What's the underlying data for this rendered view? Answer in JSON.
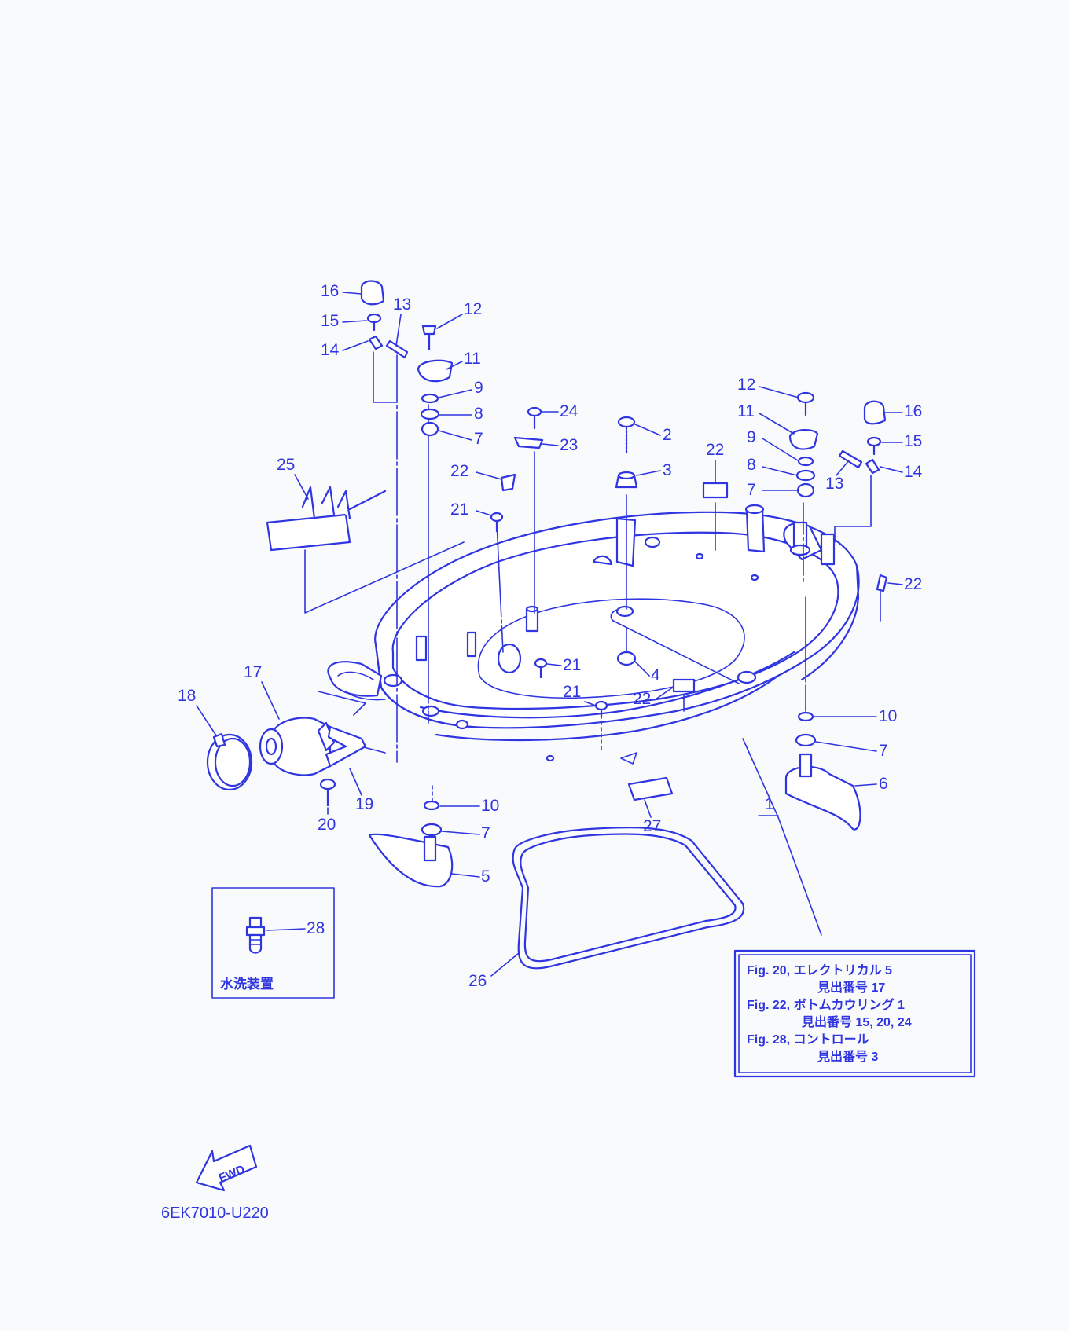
{
  "diagram": {
    "code": "6EK7010-U220",
    "fwd_label": "FWD",
    "inset_caption": "水洗装置",
    "inset_number": "28",
    "labels": {
      "l16a": "16",
      "l13a": "13",
      "l12a": "12",
      "l15a": "15",
      "l14a": "14",
      "l11a": "11",
      "l9a": "9",
      "l8a": "8",
      "l7a": "7",
      "l24": "24",
      "l23": "23",
      "l2": "2",
      "l3": "3",
      "l22a": "22",
      "l22b": "22",
      "l22c": "22",
      "l22d": "22",
      "l21a": "21",
      "l21b": "21",
      "l21c": "21",
      "l25": "25",
      "l12b": "12",
      "l11b": "11",
      "l9b": "9",
      "l8b": "8",
      "l7b": "7",
      "l16b": "16",
      "l15b": "15",
      "l14b": "14",
      "l13b": "13",
      "l17": "17",
      "l18": "18",
      "l4": "4",
      "l10a": "10",
      "l7c": "7",
      "l6": "6",
      "l1": "1",
      "l27": "27",
      "l19": "19",
      "l20": "20",
      "l10b": "10",
      "l7d": "7",
      "l5": "5",
      "l26": "26"
    },
    "info_box": [
      "Fig. 20, エレクトリカル 5",
      "見出番号 17",
      "Fig. 22, ボトムカウリング 1",
      "見出番号 15, 20, 24",
      "Fig. 28, コントロール",
      "見出番号 3"
    ],
    "colors": {
      "ink": "#2f35e0",
      "paper": "#f9fafb"
    }
  }
}
